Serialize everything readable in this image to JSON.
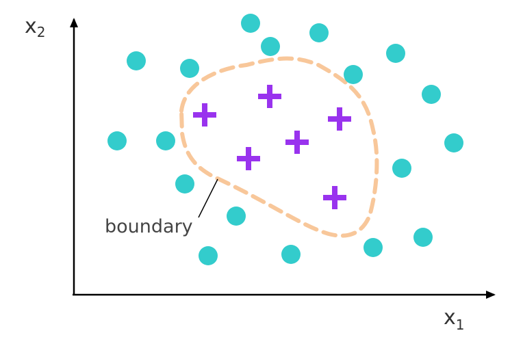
{
  "axes": {
    "x_label": "x",
    "x_subscript": "1",
    "y_label": "x",
    "y_subscript": "2"
  },
  "annotation": {
    "label": "boundary"
  },
  "colors": {
    "axis": "#000000",
    "circle": "#33CCCC",
    "plus": "#9933EE",
    "boundary": "#F8C79A",
    "text": "#333333"
  },
  "legend_shapes": {
    "circle_class_icon": "circle-icon",
    "plus_class_icon": "plus-icon"
  }
}
